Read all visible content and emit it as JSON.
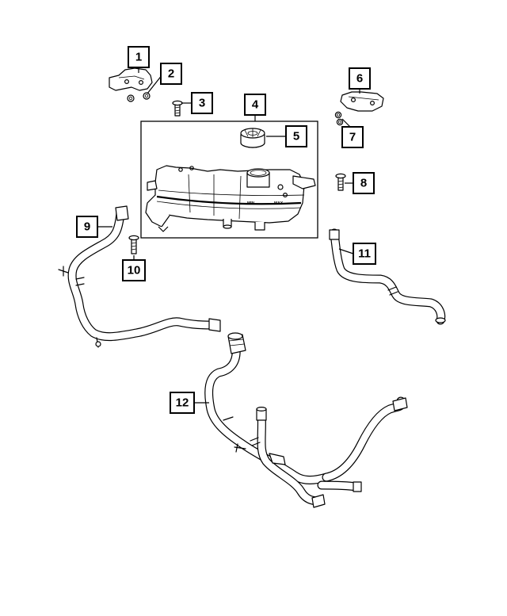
{
  "diagram": {
    "callouts": [
      {
        "id": "1",
        "label": "1"
      },
      {
        "id": "2",
        "label": "2"
      },
      {
        "id": "3",
        "label": "3"
      },
      {
        "id": "4",
        "label": "4"
      },
      {
        "id": "5",
        "label": "5"
      },
      {
        "id": "6",
        "label": "6"
      },
      {
        "id": "7",
        "label": "7"
      },
      {
        "id": "8",
        "label": "8"
      },
      {
        "id": "9",
        "label": "9"
      },
      {
        "id": "10",
        "label": "10"
      },
      {
        "id": "11",
        "label": "11"
      },
      {
        "id": "12",
        "label": "12"
      }
    ],
    "tank_marks": {
      "min": "MIN",
      "max": "MAX"
    }
  }
}
